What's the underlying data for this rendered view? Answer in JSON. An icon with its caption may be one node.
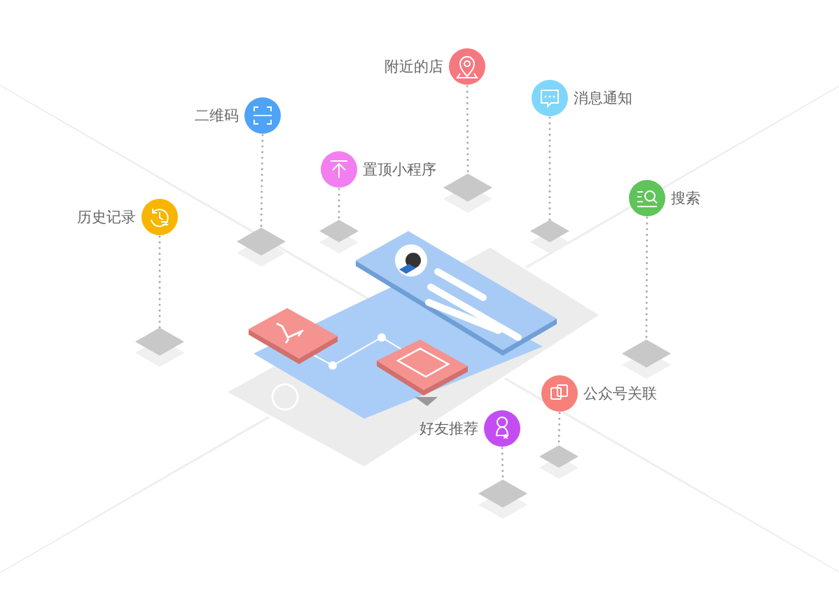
{
  "diagram": {
    "nodes": [
      {
        "text": [
          "附近的店"
        ]
      },
      {
        "text": [
          "消息通知"
        ]
      },
      {
        "text": [
          "二维码"
        ]
      },
      {
        "text": [
          "置顶小程序"
        ]
      },
      {
        "text": [
          "搜索"
        ]
      },
      {
        "text": [
          "历史记录"
        ]
      },
      {
        "text": [
          "公众号关联"
        ]
      },
      {
        "text": [
          "好友推荐"
        ]
      },
      {
        "text": [],
        "shape": "diamond"
      },
      {
        "text": [],
        "shape": "diamond"
      },
      {
        "text": [],
        "shape": "diamond"
      },
      {
        "text": [],
        "shape": "diamond"
      },
      {
        "text": [],
        "shape": "diamond"
      },
      {
        "text": [],
        "shape": "diamond"
      },
      {
        "text": [],
        "shape": "diamond"
      },
      {
        "text": [],
        "shape": "diamond"
      }
    ],
    "edges": [
      {
        "from": 0,
        "to": 11,
        "arrow": "none",
        "style": "dashed"
      },
      {
        "from": 1,
        "to": 13,
        "arrow": "none",
        "style": "dashed"
      },
      {
        "from": 2,
        "to": 9,
        "arrow": "none",
        "style": "dashed"
      },
      {
        "from": 3,
        "to": 10,
        "arrow": "none",
        "style": "dashed"
      },
      {
        "from": 4,
        "to": 15,
        "arrow": "none",
        "style": "dashed"
      },
      {
        "from": 5,
        "to": 8,
        "arrow": "none",
        "style": "dashed"
      },
      {
        "from": 6,
        "to": 14,
        "arrow": "none",
        "style": "dashed"
      },
      {
        "from": 7,
        "to": 12,
        "arrow": "none",
        "style": "dashed"
      }
    ]
  }
}
